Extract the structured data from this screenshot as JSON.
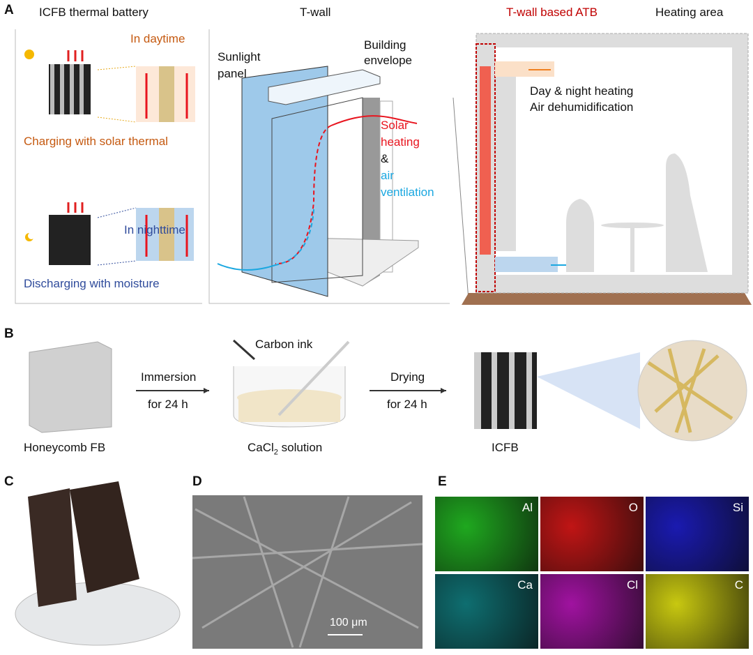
{
  "panels": {
    "a": "A",
    "b": "B",
    "c": "C",
    "d": "D",
    "e": "E"
  },
  "panel_a": {
    "title_left": "ICFB thermal battery",
    "title_mid": "T-wall",
    "title_atb": "T-wall based ATB",
    "title_heating": "Heating area",
    "daytime": "In daytime",
    "charging": "Charging with solar thermal",
    "nighttime": "In nighttime",
    "discharging": "Discharging with moisture",
    "sunlight_1": "Sunlight",
    "sunlight_2": "panel",
    "envelope_1": "Building",
    "envelope_2": "envelope",
    "solar": "Solar",
    "heating": "heating",
    "amp": "&",
    "air": "air",
    "ventilation": "ventilation",
    "room_1": "Day & night heating",
    "room_2": "Air dehumidification"
  },
  "panel_b": {
    "fb": "Honeycomb FB",
    "immersion": "Immersion",
    "for1": "for 24 h",
    "ink": "Carbon ink",
    "solution_pre": "CaCl",
    "solution_sub": "2",
    "solution_post": " solution",
    "drying": "Drying",
    "for2": "for 24 h",
    "icfb": "ICFB"
  },
  "panel_d": {
    "scale": "100 μm"
  },
  "panel_e": {
    "tiles": [
      {
        "el": "Al",
        "color": "#1fa81f"
      },
      {
        "el": "O",
        "color": "#c01515"
      },
      {
        "el": "Si",
        "color": "#1a1ab0"
      },
      {
        "el": "Ca",
        "color": "#0e6e70"
      },
      {
        "el": "Cl",
        "color": "#a012a0"
      },
      {
        "el": "C",
        "color": "#c8c810"
      }
    ]
  },
  "colors": {
    "orange": "#c55a11",
    "navy": "#2f4b9b",
    "red": "#e8141e",
    "cyan": "#1aa7e0",
    "dark_red": "#c00000"
  }
}
